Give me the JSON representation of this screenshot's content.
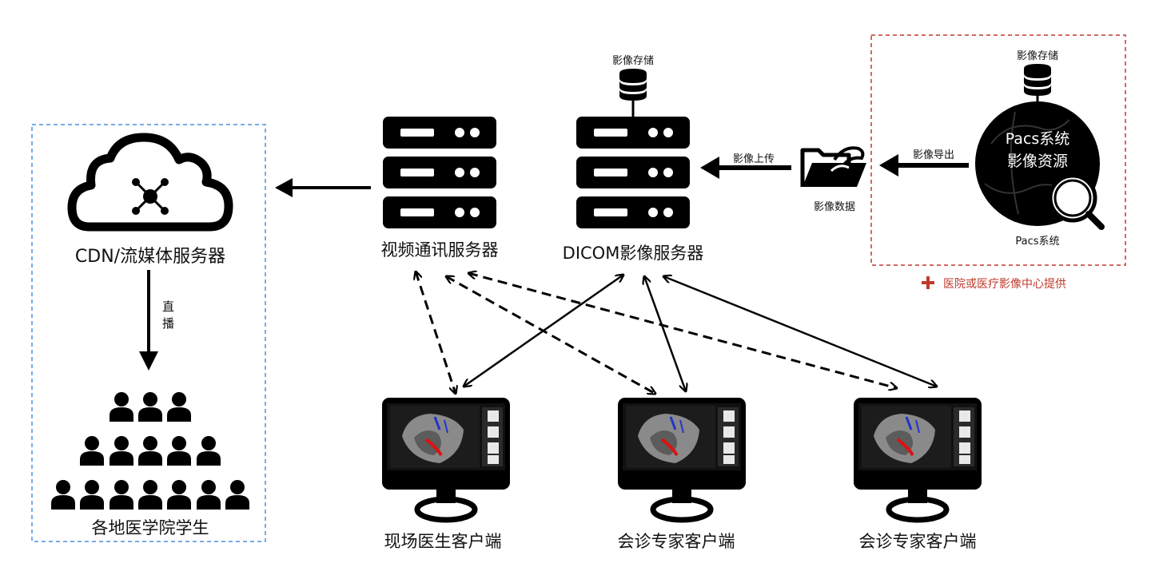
{
  "colors": {
    "cdn_box": "#4a8fe0",
    "pacs_box": "#c0392b",
    "note": "#c0392b",
    "ink": "#000000"
  },
  "labels": {
    "cdn_server": "CDN/流媒体服务器",
    "live": "直\n播",
    "students": "各地医学院学生",
    "video_server": "视频通讯服务器",
    "dicom_server": "DICOM影像服务器",
    "image_storage": "影像存储",
    "image_upload": "影像上传",
    "image_data": "影像数据",
    "image_export": "影像导出",
    "pacs_storage": "影像存储",
    "pacs_title_1": "Pacs系统",
    "pacs_title_2": "影像资源",
    "pacs_caption": "Pacs系统",
    "provider_note": "医院或医疗影像中心提供",
    "client_onsite": "现场医生客户端",
    "client_expert_1": "会诊专家客户端",
    "client_expert_2": "会诊专家客户端"
  },
  "icons": {
    "cloud": "cloud-network-icon",
    "server": "server-rack-icon",
    "database": "database-icon",
    "folder": "open-folder-icon",
    "globe": "globe-icon",
    "magnifier": "magnifier-icon",
    "monitor": "monitor-icon",
    "person": "person-icon",
    "plus": "plus-icon"
  }
}
